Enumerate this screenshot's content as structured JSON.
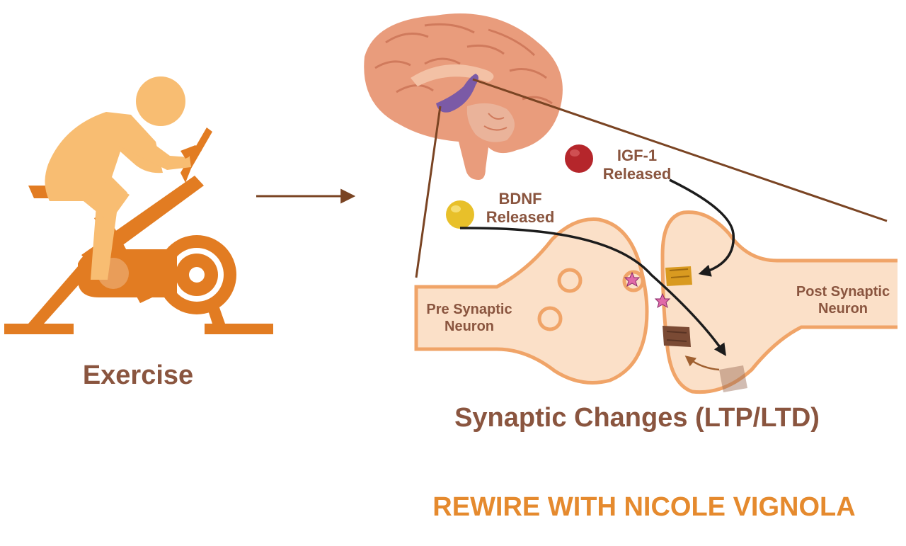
{
  "labels": {
    "exercise": "Exercise",
    "synaptic_changes": "Synaptic Changes (LTP/LTD)",
    "igf1_line1": "IGF-1",
    "igf1_line2": "Released",
    "bdnf_line1": "BDNF",
    "bdnf_line2": "Released",
    "pre_line1": "Pre Synaptic",
    "pre_line2": "Neuron",
    "post_line1": "Post Synaptic",
    "post_line2": "Neuron"
  },
  "footer": "REWIRE WITH NICOLE VIGNOLA",
  "colors": {
    "bike_orange": "#e27c22",
    "rider_tan": "#f8bd72",
    "brain": "#e99c7c",
    "hippocampus": "#7b5aa6",
    "neuron_fill": "#fbe0c8",
    "neuron_outline": "#f0a468",
    "arrow_brown": "#7a4423",
    "label_brown": "#8a553f",
    "footer_orange": "#e58a2e",
    "igf1_ball": "#b5262b",
    "bdnf_ball": "#e8c02a"
  },
  "icons": [
    "exercise-bike-icon",
    "brain-icon",
    "hippocampus-icon",
    "receptor-icon",
    "bdnf-star-icon"
  ]
}
